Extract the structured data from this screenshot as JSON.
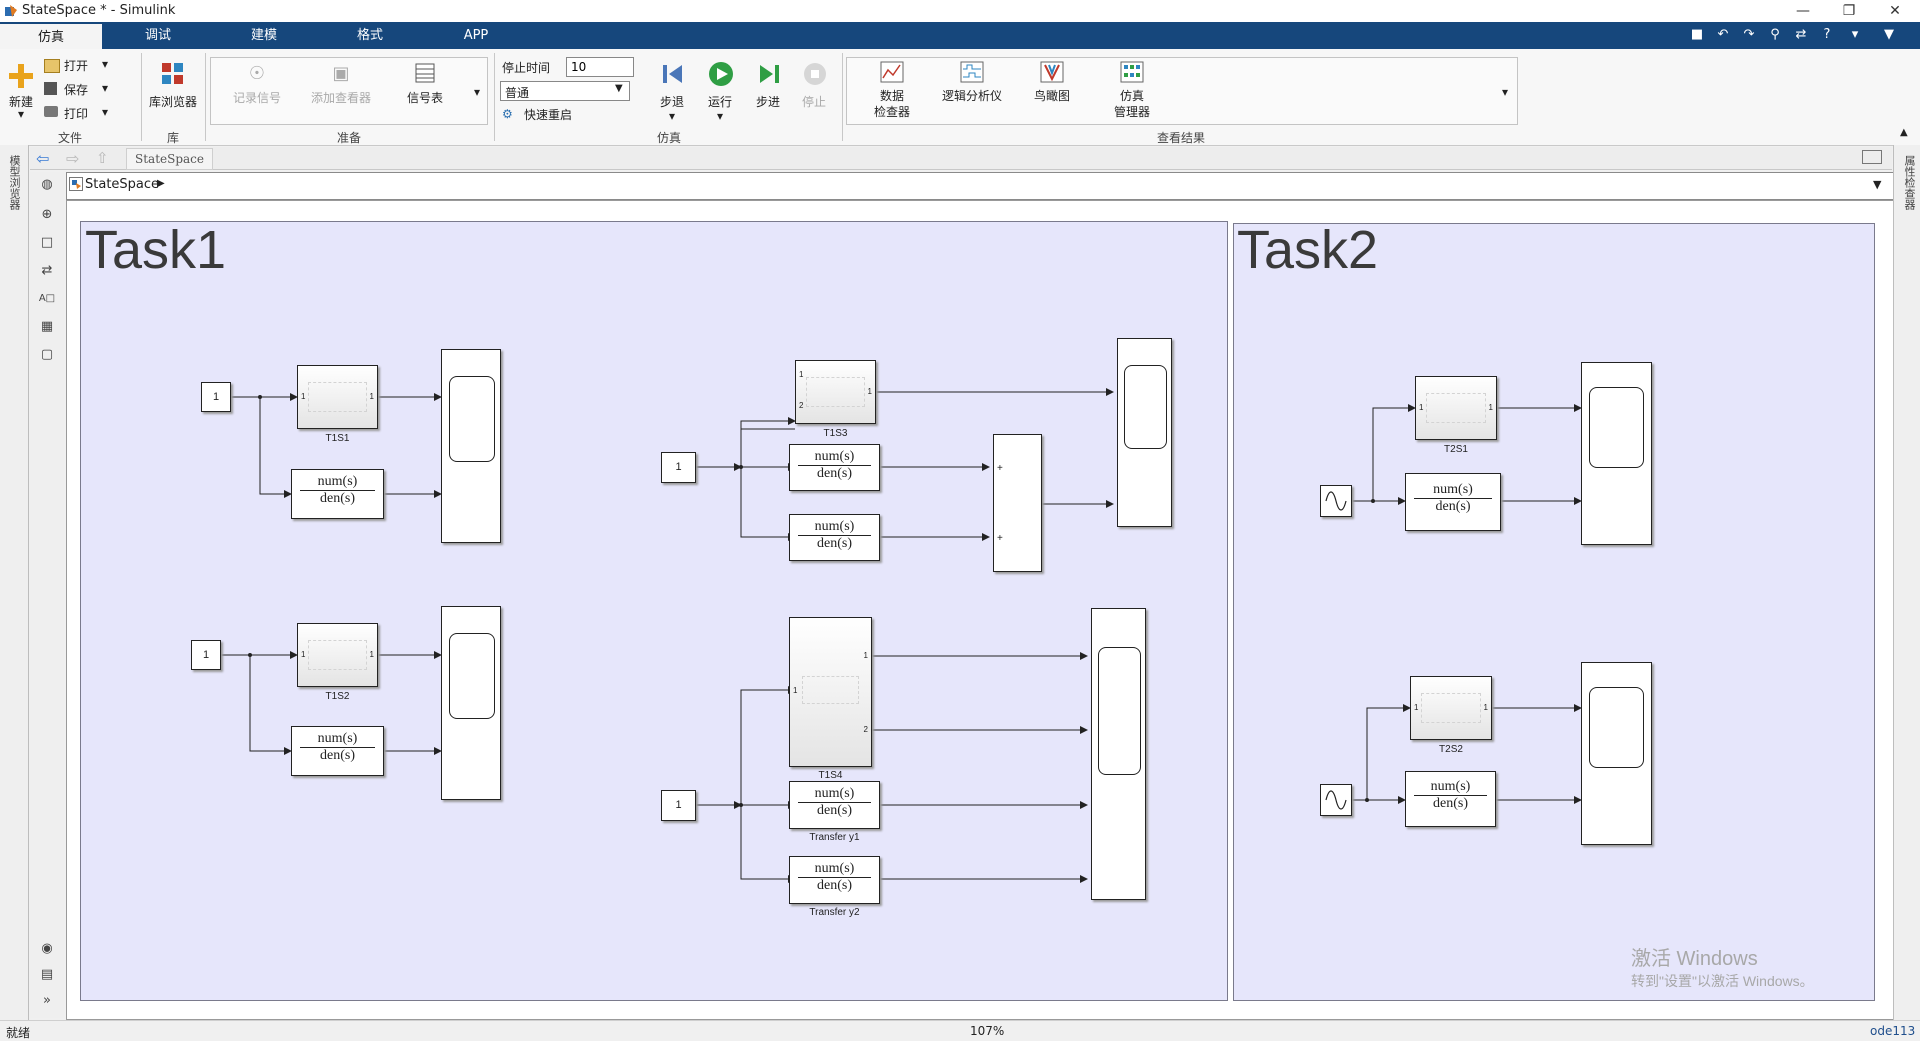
{
  "window": {
    "title": "StateSpace * - Simulink"
  },
  "tabs": [
    "仿真",
    "调试",
    "建模",
    "格式",
    "APP"
  ],
  "ribbon": {
    "file": {
      "new": "新建",
      "open": "打开",
      "save": "保存",
      "print": "打印",
      "group": "文件"
    },
    "library": {
      "browser": "库浏览器",
      "group": "库"
    },
    "prepare": {
      "log_signals": "记录信号",
      "add_viewer": "添加查看器",
      "signal_table": "信号表",
      "group": "准备"
    },
    "simulate": {
      "stop_time_label": "停止时间",
      "stop_time_value": "10",
      "mode": "普通",
      "fast_restart": "快速重启",
      "step_back": "步退",
      "run": "运行",
      "step_forward": "步进",
      "stop": "停止",
      "group": "仿真"
    },
    "review": {
      "data_inspector_1": "数据",
      "data_inspector_2": "检查器",
      "logic_analyzer": "逻辑分析仪",
      "bird_eye": "鸟瞰图",
      "sim_manager_1": "仿真",
      "sim_manager_2": "管理器",
      "group": "查看结果"
    }
  },
  "editor": {
    "breadcrumb": "StateSpace",
    "address": "StateSpace",
    "left_strip_label": "模型浏览器",
    "right_strip_label": "属性检查器"
  },
  "diagram": {
    "areas": [
      "Task1",
      "Task2"
    ],
    "constant_value": "1",
    "tf_num": "num(s)",
    "tf_den": "den(s)",
    "labels": {
      "t1s1": "T1S1",
      "t1s2": "T1S2",
      "t1s3": "T1S3",
      "t1s4": "T1S4",
      "t2s1": "T2S1",
      "t2s2": "T2S2",
      "transfer_y1": "Transfer y1",
      "transfer_y2": "Transfer y2"
    },
    "port_1": "1",
    "port_2": "2",
    "sum_sign": "+"
  },
  "watermark": {
    "line1": "激活 Windows",
    "line2": "转到\"设置\"以激活 Windows。"
  },
  "status": {
    "left": "就绪",
    "zoom": "107%",
    "solver": "ode113"
  }
}
